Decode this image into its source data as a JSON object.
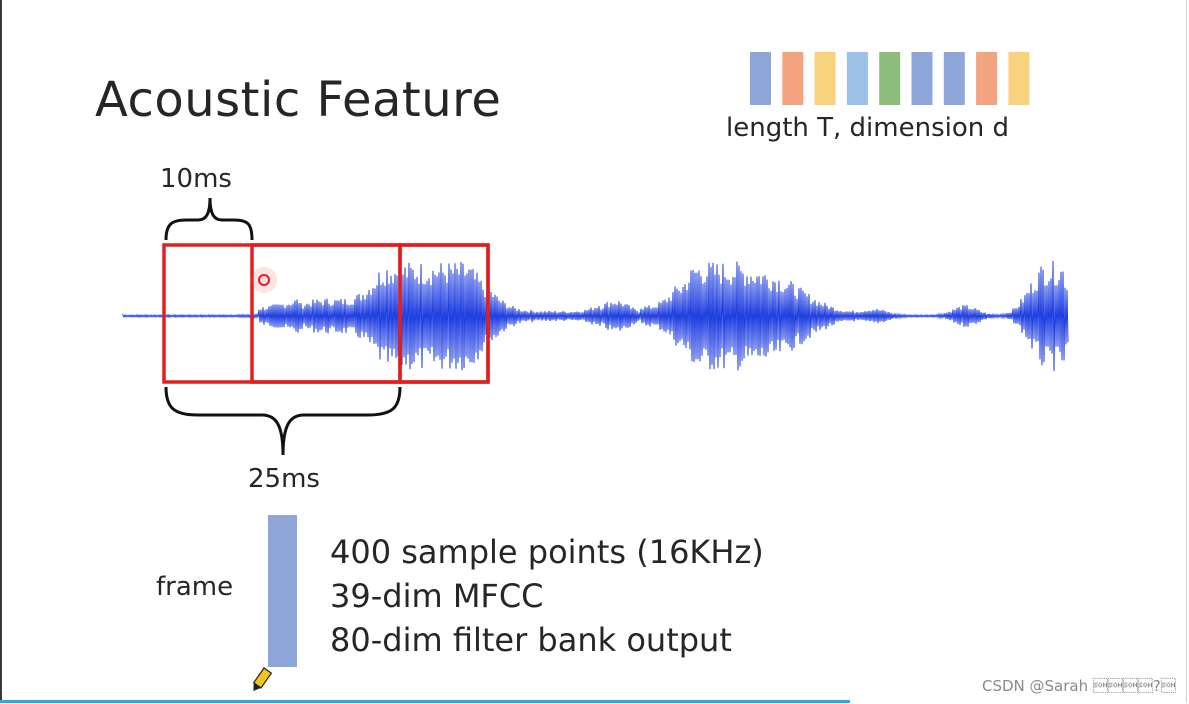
{
  "title": "Acoustic Feature",
  "sequence": {
    "label": "length T, dimension d",
    "colors": [
      "#8fa6d9",
      "#f4a57f",
      "#f9d27e",
      "#9dc0e6",
      "#8dbd7a",
      "#8fa6d9",
      "#8fa6d9",
      "#f4a57f",
      "#f9d27e"
    ]
  },
  "diagram": {
    "shift_label": "10ms",
    "window_label": "25ms",
    "frame_label": "frame",
    "frame_color": "#8fa6d9",
    "box_color": "#e02020",
    "wave_color": "#1f3ee0"
  },
  "frame_info": [
    "400 sample points (16KHz)",
    "39-dim MFCC",
    "80-dim filter bank output"
  ],
  "watermark": "CSDN @Sarah \u0001\u0001\u0001\u0001?\u0001"
}
